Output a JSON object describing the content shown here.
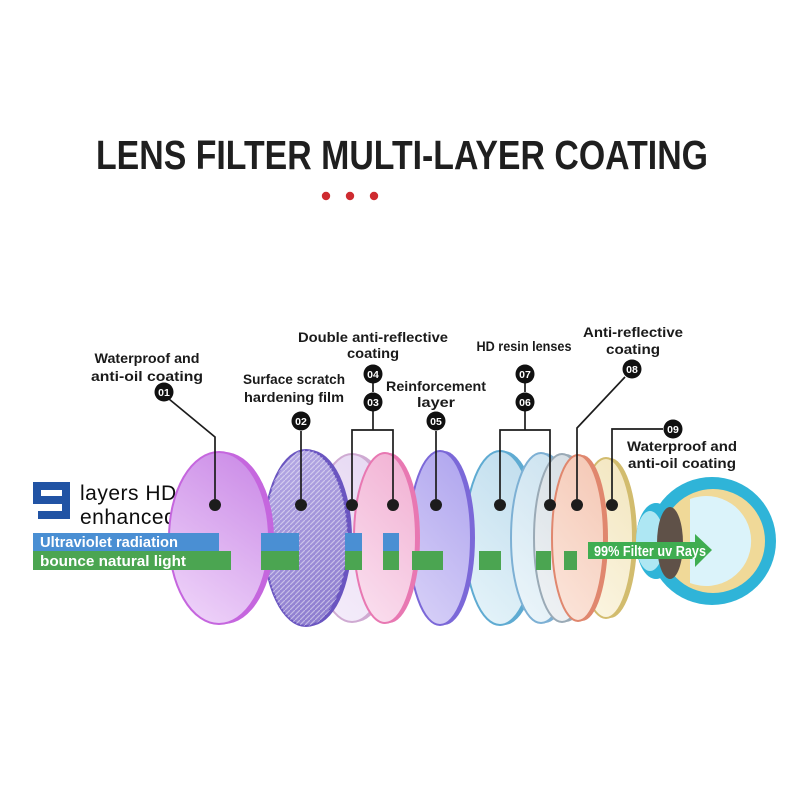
{
  "title": "LENS FILTER MULTI-LAYER COATING",
  "title_accent": {
    "color": "#ce2b30"
  },
  "logo": {
    "digit": "9",
    "digit_color": "#2153a4",
    "line1": "layers HD",
    "line2": "enhanced"
  },
  "beams": {
    "uv": {
      "label": "Ultraviolet radiation",
      "color": "#4a8fd3"
    },
    "natural": {
      "label": "bounce natural light",
      "color": "#4ba551"
    }
  },
  "filter_arrow": {
    "label": "99% Filter uv Rays",
    "color": "#3fad51"
  },
  "callouts": [
    {
      "num": "01",
      "lines": [
        "Waterproof and",
        "anti-oil coating"
      ]
    },
    {
      "num": "02",
      "lines": [
        "Surface scratch",
        "hardening film"
      ]
    },
    {
      "num": "03",
      "lines": []
    },
    {
      "num": "04",
      "lines": [
        "Double anti-reflective",
        "coating"
      ]
    },
    {
      "num": "05",
      "lines": [
        "Reinforcement",
        "layer"
      ]
    },
    {
      "num": "06",
      "lines": []
    },
    {
      "num": "07",
      "lines": [
        "HD resin lenses"
      ]
    },
    {
      "num": "08",
      "lines": [
        "Anti-reflective",
        "coating"
      ]
    },
    {
      "num": "09",
      "lines": [
        "Waterproof and",
        "anti-oil coating"
      ]
    }
  ],
  "lenses": [
    {
      "id": "lens-1",
      "rim": "#c566de",
      "top": "#cd8fe8",
      "bottom": "#eed3f9"
    },
    {
      "id": "lens-2",
      "rim": "#6a55c0",
      "top": "#b3a7e3",
      "bottom": "#8d7ccf"
    },
    {
      "id": "lens-3",
      "rim": "#cfaad2",
      "top": "#e7daf3",
      "bottom": "#f4ecfa"
    },
    {
      "id": "lens-4",
      "rim": "#e878b2",
      "top": "#f2b4d5",
      "bottom": "#fadeee"
    },
    {
      "id": "lens-5",
      "rim": "#7b68d8",
      "top": "#b2a8ef",
      "bottom": "#d6cff7"
    },
    {
      "id": "lens-6",
      "rim": "#5fabd2",
      "top": "#c2deee",
      "bottom": "#e4f3f9"
    },
    {
      "id": "lens-7",
      "rim": "#7db0d4",
      "top": "#cde3f0",
      "bottom": "#ebf5fa"
    },
    {
      "id": "lens-8",
      "rim": "#9aaab6",
      "top": "#d6dee4",
      "bottom": "#eff2f4"
    },
    {
      "id": "lens-9",
      "rim": "#e0876e",
      "top": "#f5cab8",
      "bottom": "#fbe4d9"
    },
    {
      "id": "lens-10",
      "rim": "#d2bc6e",
      "top": "#f3e7c2",
      "bottom": "#fbf5e1"
    }
  ],
  "eye": {
    "outer": "#2fb4d8",
    "cornea": "#aee7f3",
    "ring": "#f0d998",
    "interior": "#dbf3fa",
    "lens": "#5f5148"
  }
}
